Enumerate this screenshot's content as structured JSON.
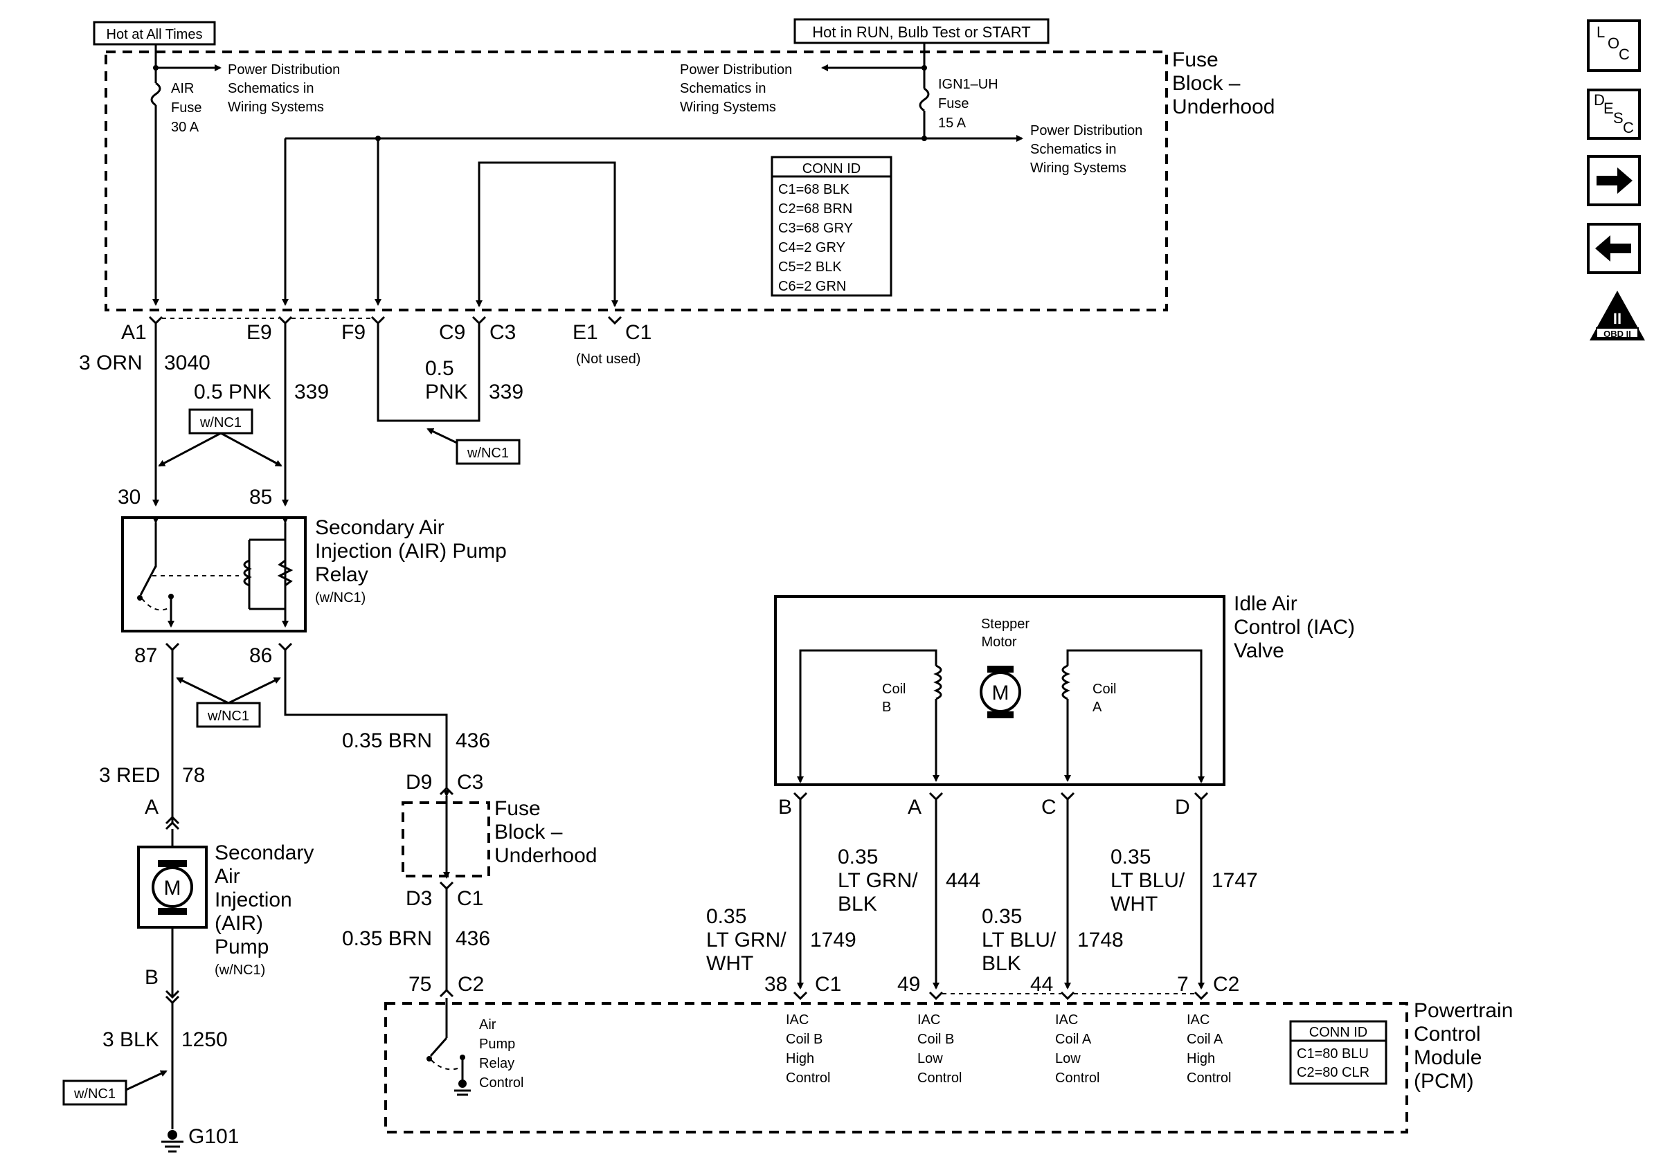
{
  "headers": {
    "hot_all_times": "Hot at All Times",
    "hot_run": "Hot in RUN, Bulb Test or START"
  },
  "fuse_block": {
    "title": [
      "Fuse",
      "Block –",
      "Underhood"
    ]
  },
  "air_fuse": {
    "lines": [
      "AIR",
      "Fuse",
      "30 A"
    ]
  },
  "ign_fuse": {
    "lines": [
      "IGN1–UH",
      "Fuse",
      "15 A"
    ]
  },
  "power_dist": [
    "Power Distribution",
    "Schematics in",
    "Wiring Systems"
  ],
  "conn_id_fb": {
    "title": "CONN ID",
    "rows": [
      "C1=68 BLK",
      "C2=68 BRN",
      "C3=68 GRY",
      "C4=2 GRY",
      "C5=2 BLK",
      "C6=2 GRN"
    ]
  },
  "terminals": {
    "a1": "A1",
    "e9": "E9",
    "f9": "F9",
    "c9": "C9",
    "c3": "C3",
    "e1": "E1",
    "c1": "C1",
    "not_used": "(Not used)"
  },
  "wires": {
    "w3040": {
      "gauge": "3 ORN",
      "num": "3040"
    },
    "w339a": {
      "gauge": "0.5 PNK",
      "num": "339"
    },
    "w339b": {
      "gauge": [
        "0.5",
        "PNK"
      ],
      "num": "339"
    },
    "w436a": {
      "gauge": "0.35 BRN",
      "num": "436"
    },
    "w436b": {
      "gauge": "0.35 BRN",
      "num": "436"
    },
    "w78": {
      "gauge": "3 RED",
      "num": "78"
    },
    "w1250": {
      "gauge": "3 BLK",
      "num": "1250"
    },
    "w1749": {
      "gauge": [
        "0.35",
        "LT GRN/",
        "WHT"
      ],
      "num": "1749"
    },
    "w444": {
      "gauge": [
        "0.35",
        "LT GRN/",
        "BLK"
      ],
      "num": "444"
    },
    "w1748": {
      "gauge": [
        "0.35",
        "LT BLU/",
        "BLK"
      ],
      "num": "1748"
    },
    "w1747": {
      "gauge": [
        "0.35",
        "LT BLU/",
        "WHT"
      ],
      "num": "1747"
    }
  },
  "option_tag": "w/NC1",
  "relay": {
    "title": [
      "Secondary Air",
      "Injection (AIR) Pump",
      "Relay"
    ],
    "sub": "(w/NC1)",
    "pins": {
      "p30": "30",
      "p85": "85",
      "p87": "87",
      "p86": "86"
    }
  },
  "pump": {
    "title": [
      "Secondary",
      "Air",
      "Injection",
      "(AIR)",
      "Pump"
    ],
    "sub": "(w/NC1)",
    "pin_a": "A",
    "pin_b": "B",
    "motor": "M"
  },
  "ground": "G101",
  "fuse_block2": {
    "title": [
      "Fuse",
      "Block –",
      "Underhood"
    ],
    "d9": "D9",
    "c3": "C3",
    "d3": "D3",
    "c1": "C1"
  },
  "iac": {
    "title": [
      "Idle Air",
      "Control (IAC)",
      "Valve"
    ],
    "stepper": [
      "Stepper",
      "Motor"
    ],
    "coil_b": [
      "Coil",
      "B"
    ],
    "coil_a": [
      "Coil",
      "A"
    ],
    "motor": "M",
    "pins": {
      "b": "B",
      "a": "A",
      "c": "C",
      "d": "D"
    }
  },
  "pcm": {
    "title": [
      "Powertrain",
      "Control",
      "Module",
      "(PCM)"
    ],
    "pins": {
      "p75": "75",
      "c2a": "C2",
      "p38": "38",
      "c1": "C1",
      "p49": "49",
      "p44": "44",
      "p7": "7",
      "c2b": "C2"
    },
    "relay_ctrl": [
      "Air",
      "Pump",
      "Relay",
      "Control"
    ],
    "ctrl1": [
      "IAC",
      "Coil B",
      "High",
      "Control"
    ],
    "ctrl2": [
      "IAC",
      "Coil B",
      "Low",
      "Control"
    ],
    "ctrl3": [
      "IAC",
      "Coil A",
      "Low",
      "Control"
    ],
    "ctrl4": [
      "IAC",
      "Coil A",
      "High",
      "Control"
    ],
    "conn_id": {
      "title": "CONN ID",
      "rows": [
        "C1=80 BLU",
        "C2=80 CLR"
      ]
    }
  },
  "nav": {
    "loc": [
      "L",
      "O",
      "C"
    ],
    "desc": [
      "D",
      "E",
      "S",
      "C"
    ],
    "obd": {
      "roman": "II",
      "label": "OBD II"
    }
  }
}
